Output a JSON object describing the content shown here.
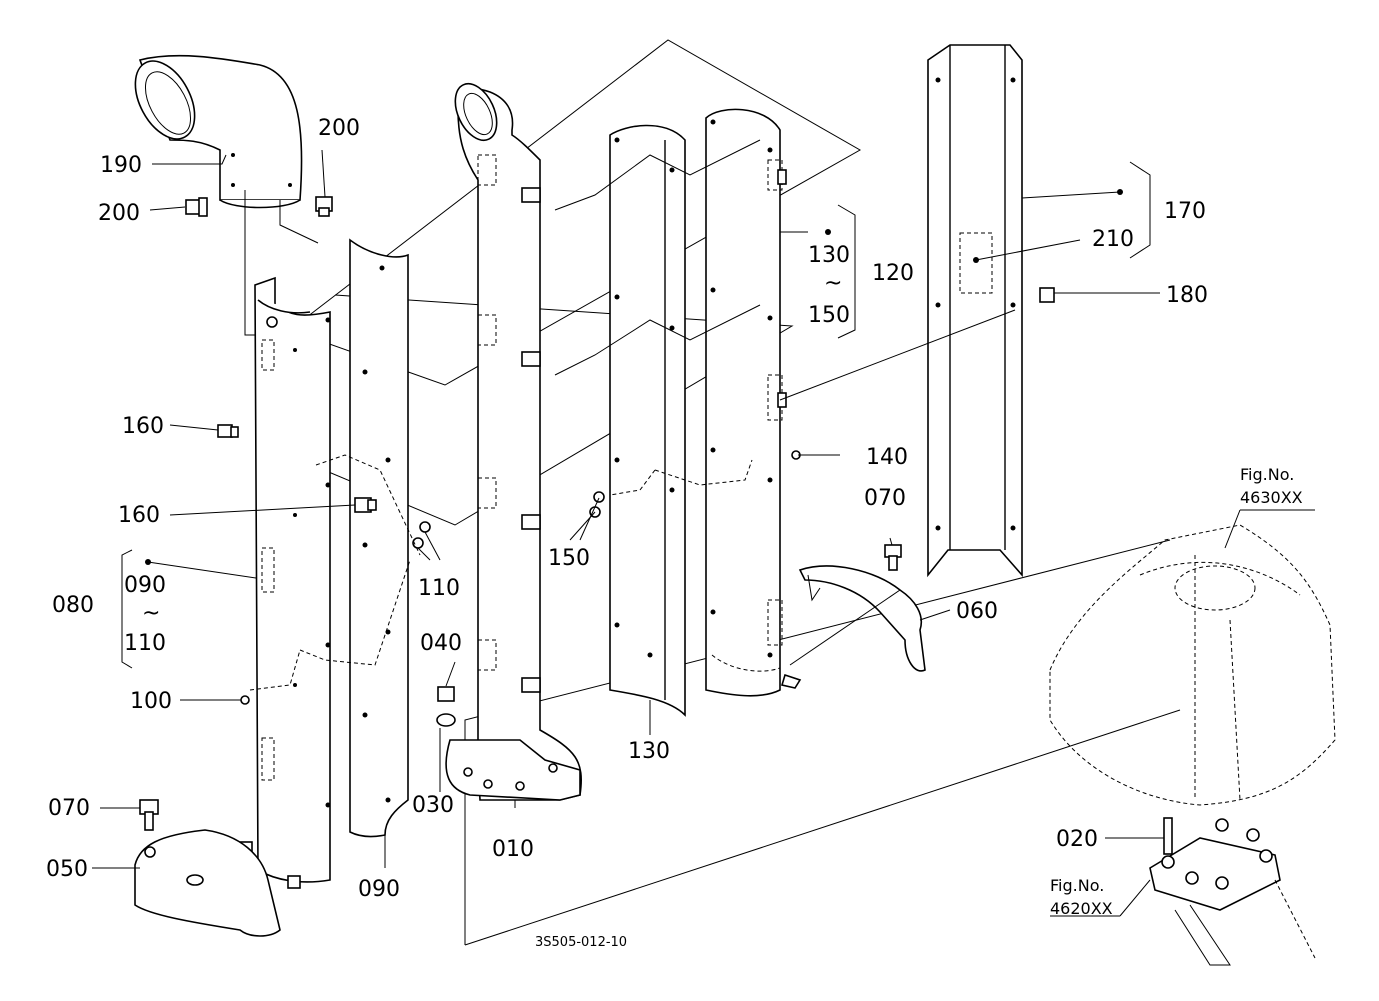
{
  "labels": {
    "p190": "190",
    "p200a": "200",
    "p200b": "200",
    "p160a": "160",
    "p160b": "160",
    "p080": "080",
    "p090a": "090",
    "tilde1": "~",
    "p110a": "110",
    "p100": "100",
    "p070a": "070",
    "p050": "050",
    "p090b": "090",
    "p110b": "110",
    "p040": "040",
    "p030": "030",
    "p010": "010",
    "p130a": "130",
    "tilde2": "~",
    "p150a": "150",
    "p120": "120",
    "p150b": "150",
    "p130b": "130",
    "p140": "140",
    "p070b": "070",
    "p060": "060",
    "p170": "170",
    "p210": "210",
    "p180": "180",
    "p020": "020"
  },
  "fig_refs": {
    "top_label": "Fig.No.",
    "top_number": "4630XX",
    "bottom_label": "Fig.No.",
    "bottom_number": "4620XX"
  },
  "drawing_code": "3S505-012-10"
}
